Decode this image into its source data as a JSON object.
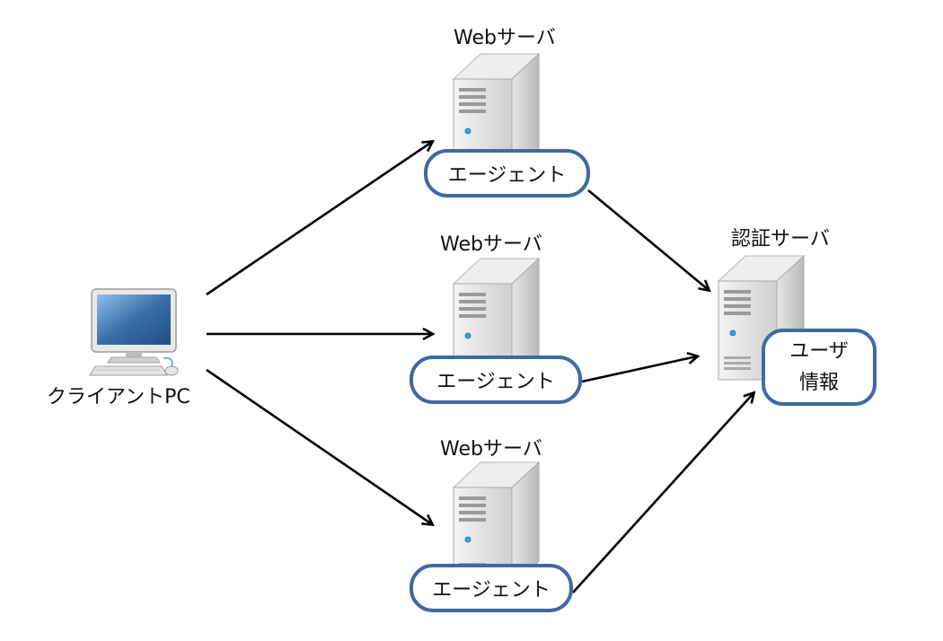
{
  "client": {
    "label": "クライアントPC"
  },
  "web_servers": [
    {
      "label": "Webサーバ",
      "agent_label": "エージェント"
    },
    {
      "label": "Webサーバ",
      "agent_label": "エージェント"
    },
    {
      "label": "Webサーバ",
      "agent_label": "エージェント"
    }
  ],
  "auth_server": {
    "label": "認証サーバ",
    "store_line1": "ユーザ",
    "store_line2": "情報"
  },
  "colors": {
    "pill_border": "#3f6aa3",
    "arrow": "#000000",
    "server_body": "#d8d8d8",
    "monitor_screen": "#3a6ea8"
  },
  "icons": {
    "server": "server-icon",
    "client": "desktop-pc-icon"
  }
}
